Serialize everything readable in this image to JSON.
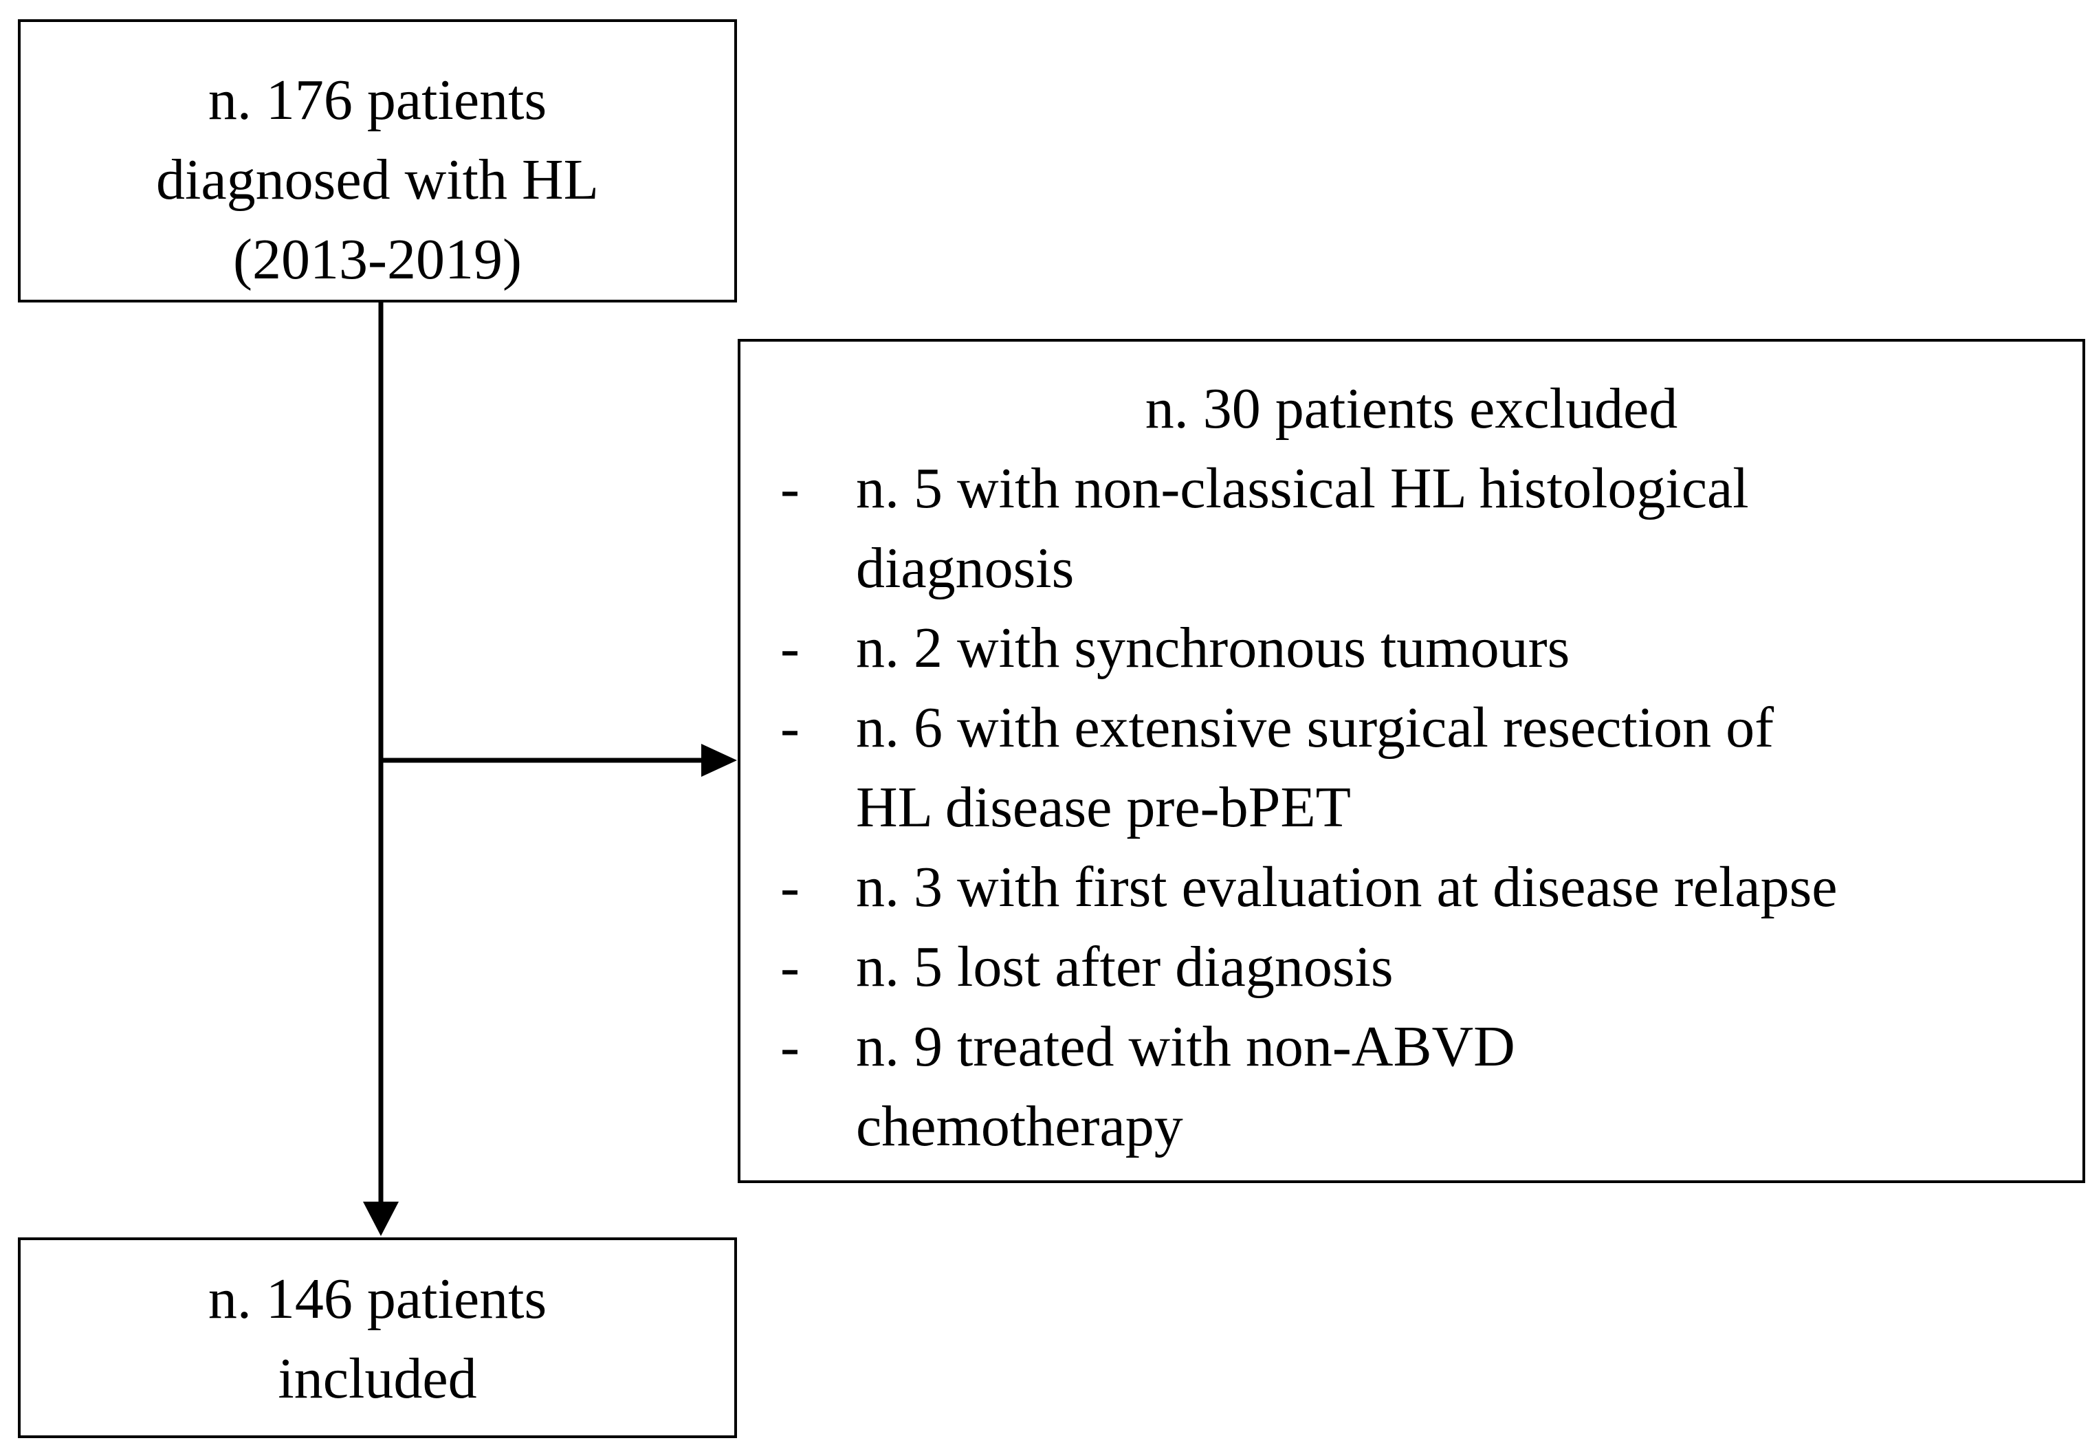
{
  "top_box": {
    "lines": [
      "n. 176 patients",
      "diagnosed with HL",
      "(2013-2019)"
    ]
  },
  "excluded_box": {
    "title": "n. 30 patients excluded",
    "bullet": "-",
    "items": [
      [
        "n. 5 with non-classical HL histological",
        "diagnosis"
      ],
      [
        "n. 2 with synchronous tumours"
      ],
      [
        "n. 6 with extensive surgical resection of",
        "HL disease pre-bPET"
      ],
      [
        "n. 3 with first evaluation at disease relapse"
      ],
      [
        "n. 5 lost after diagnosis"
      ],
      [
        "n. 9 treated with non-ABVD",
        "chemotherapy"
      ]
    ]
  },
  "bottom_box": {
    "lines": [
      "n. 146 patients",
      "included"
    ]
  }
}
